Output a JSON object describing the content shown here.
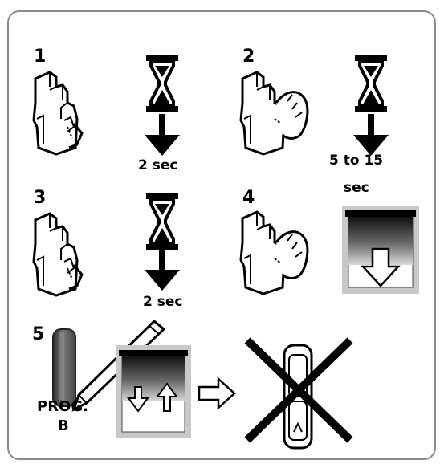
{
  "steps": [
    {
      "number": "1",
      "duration": "2 sec"
    },
    {
      "number": "2",
      "duration_line1": "5 to 15",
      "duration_line2": "sec"
    },
    {
      "number": "3",
      "duration": "2 sec"
    },
    {
      "number": "4"
    },
    {
      "number": "5",
      "prog_label_line1": "PROG.",
      "prog_label_line2": "B"
    }
  ],
  "icons": [
    "circuit-breaker-icon",
    "hourglass-icon",
    "down-arrow-icon",
    "hand-icon",
    "shutter-down-icon",
    "shutter-updown-icon",
    "pencil-icon",
    "right-arrow-icon",
    "cross-icon",
    "remote-control-icon"
  ]
}
